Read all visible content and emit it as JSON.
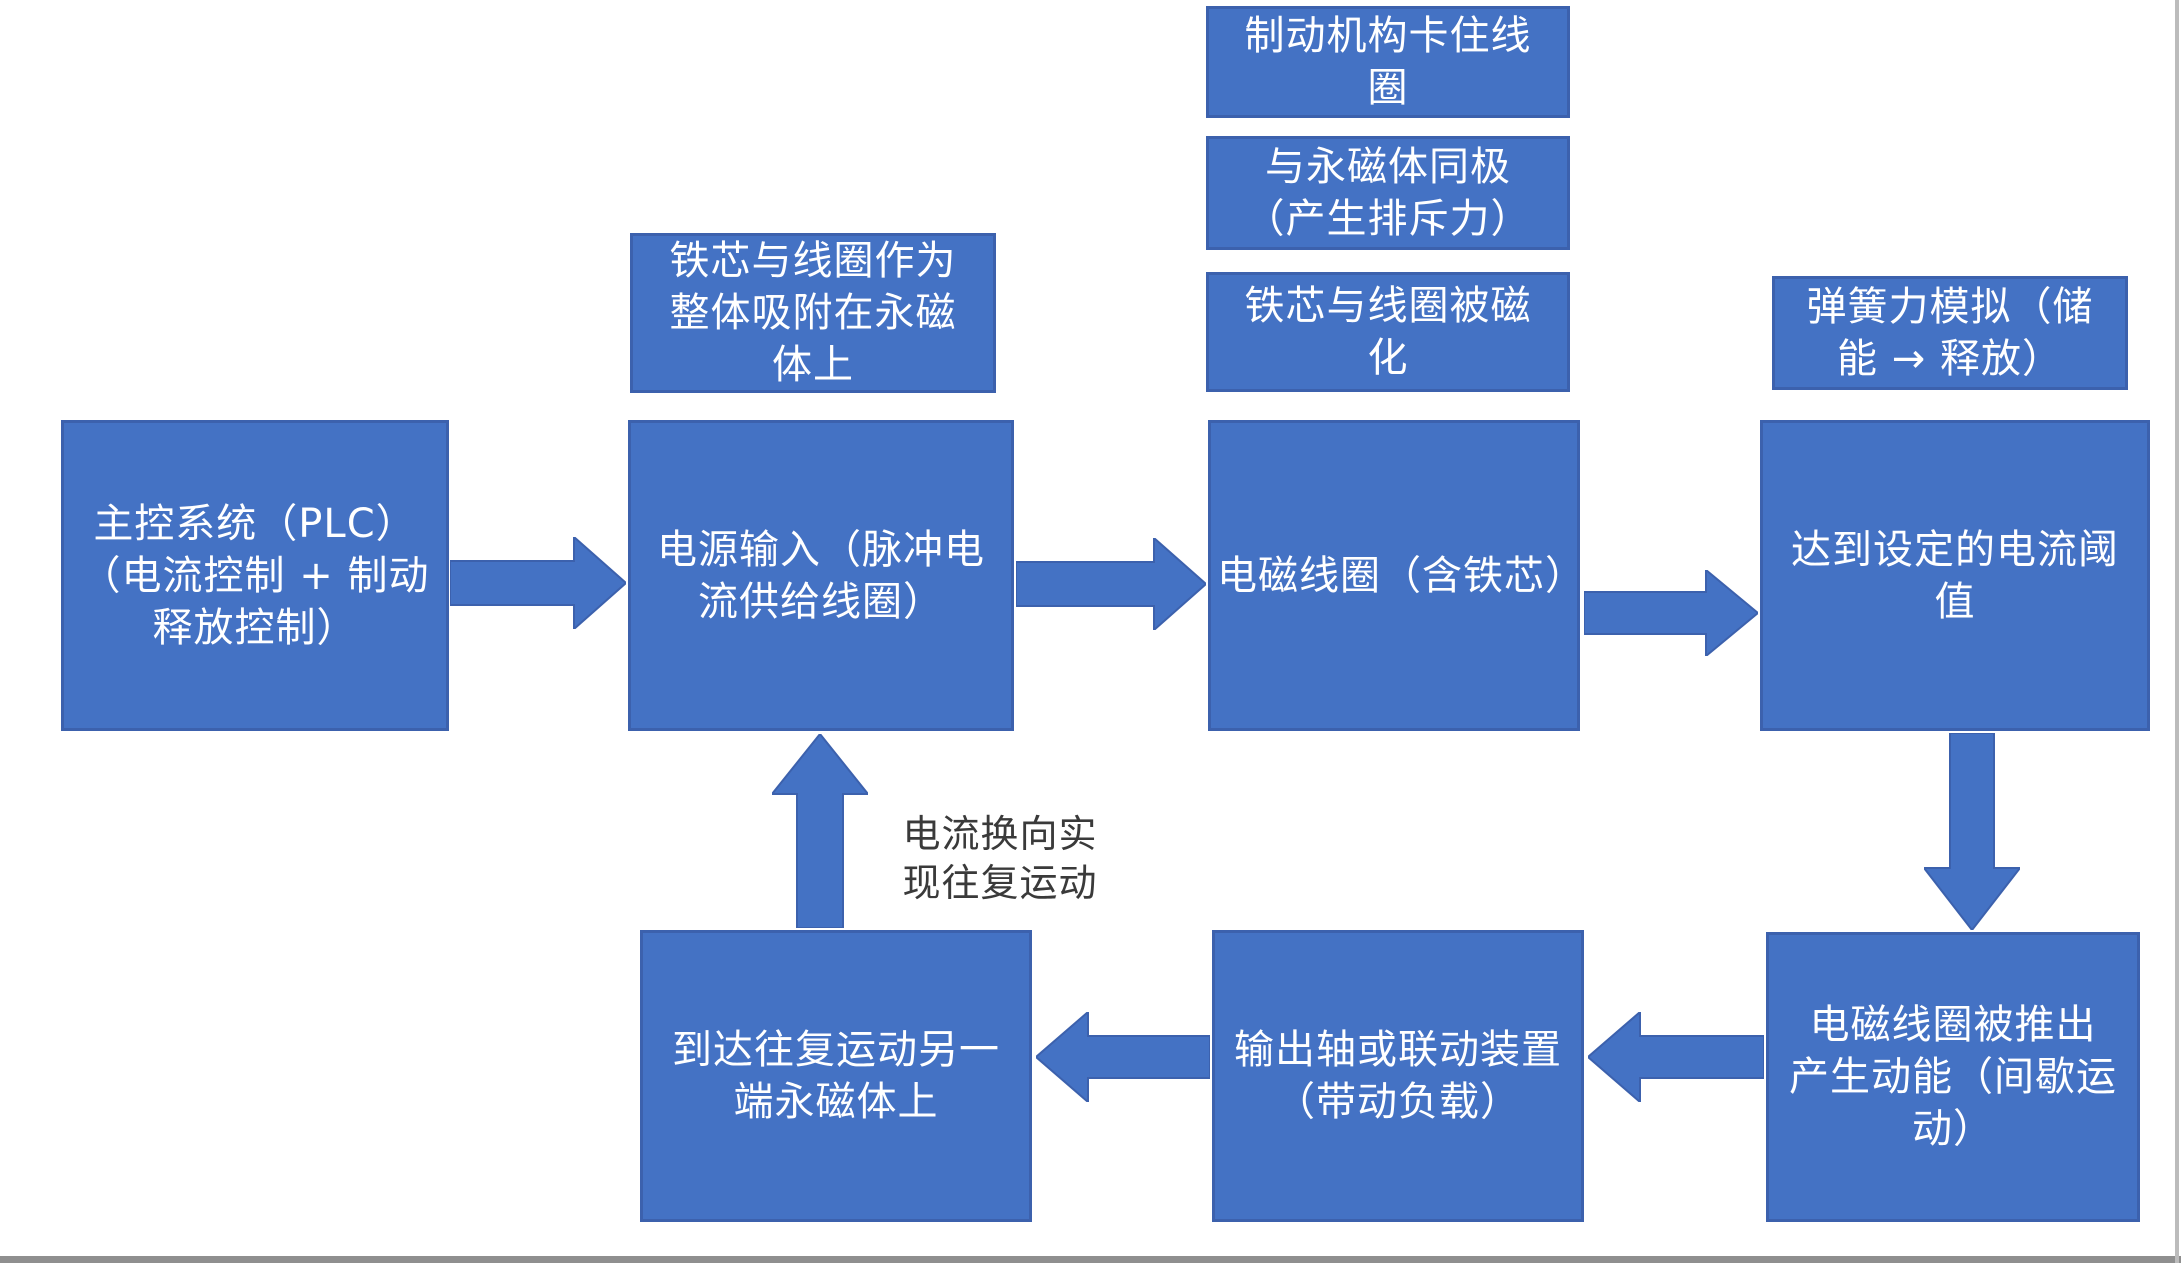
{
  "colors": {
    "box_fill": "#4472c4",
    "box_border": "#3c61ad",
    "box_text": "#ffffff",
    "arrow_fill": "#4472c4",
    "annotation_color": "#3a3a3a",
    "page_bg": "#ffffff"
  },
  "diagram": {
    "type": "flowchart",
    "nodes": {
      "plc": {
        "text": "主控系统（PLC）\n（电流控制 + 制动\n释放控制）"
      },
      "power_input": {
        "text": "电源输入（脉冲电\n流供给线圈）"
      },
      "coil": {
        "text": "电磁线圈（含铁芯）"
      },
      "threshold": {
        "text": "达到设定的电流阈\n值"
      },
      "pushed_out": {
        "text": "电磁线圈被推出\n产生动能（间歇运\n动）"
      },
      "output_shaft": {
        "text": "输出轴或联动装置\n（带动负载）"
      },
      "reach_magnet": {
        "text": "到达往复运动另一\n端永磁体上"
      },
      "core_adsorbed": {
        "text": "铁芯与线圈作为\n整体吸附在永磁\n体上"
      },
      "brake_lock": {
        "text": "制动机构卡住线\n圈"
      },
      "same_pole": {
        "text": "与永磁体同极\n（产生排斥力）"
      },
      "magnetized": {
        "text": "铁芯与线圈被磁\n化"
      },
      "spring_sim": {
        "text": "弹簧力模拟（储\n能 → 释放）"
      }
    },
    "annotation": {
      "text": "电流换向实\n现往复运动"
    },
    "edges": [
      {
        "from": "plc",
        "to": "power_input",
        "direction": "right"
      },
      {
        "from": "power_input",
        "to": "coil",
        "direction": "right"
      },
      {
        "from": "coil",
        "to": "threshold",
        "direction": "right"
      },
      {
        "from": "threshold",
        "to": "pushed_out",
        "direction": "down"
      },
      {
        "from": "pushed_out",
        "to": "output_shaft",
        "direction": "left"
      },
      {
        "from": "output_shaft",
        "to": "reach_magnet",
        "direction": "left"
      },
      {
        "from": "reach_magnet",
        "to": "power_input",
        "direction": "up"
      }
    ]
  }
}
